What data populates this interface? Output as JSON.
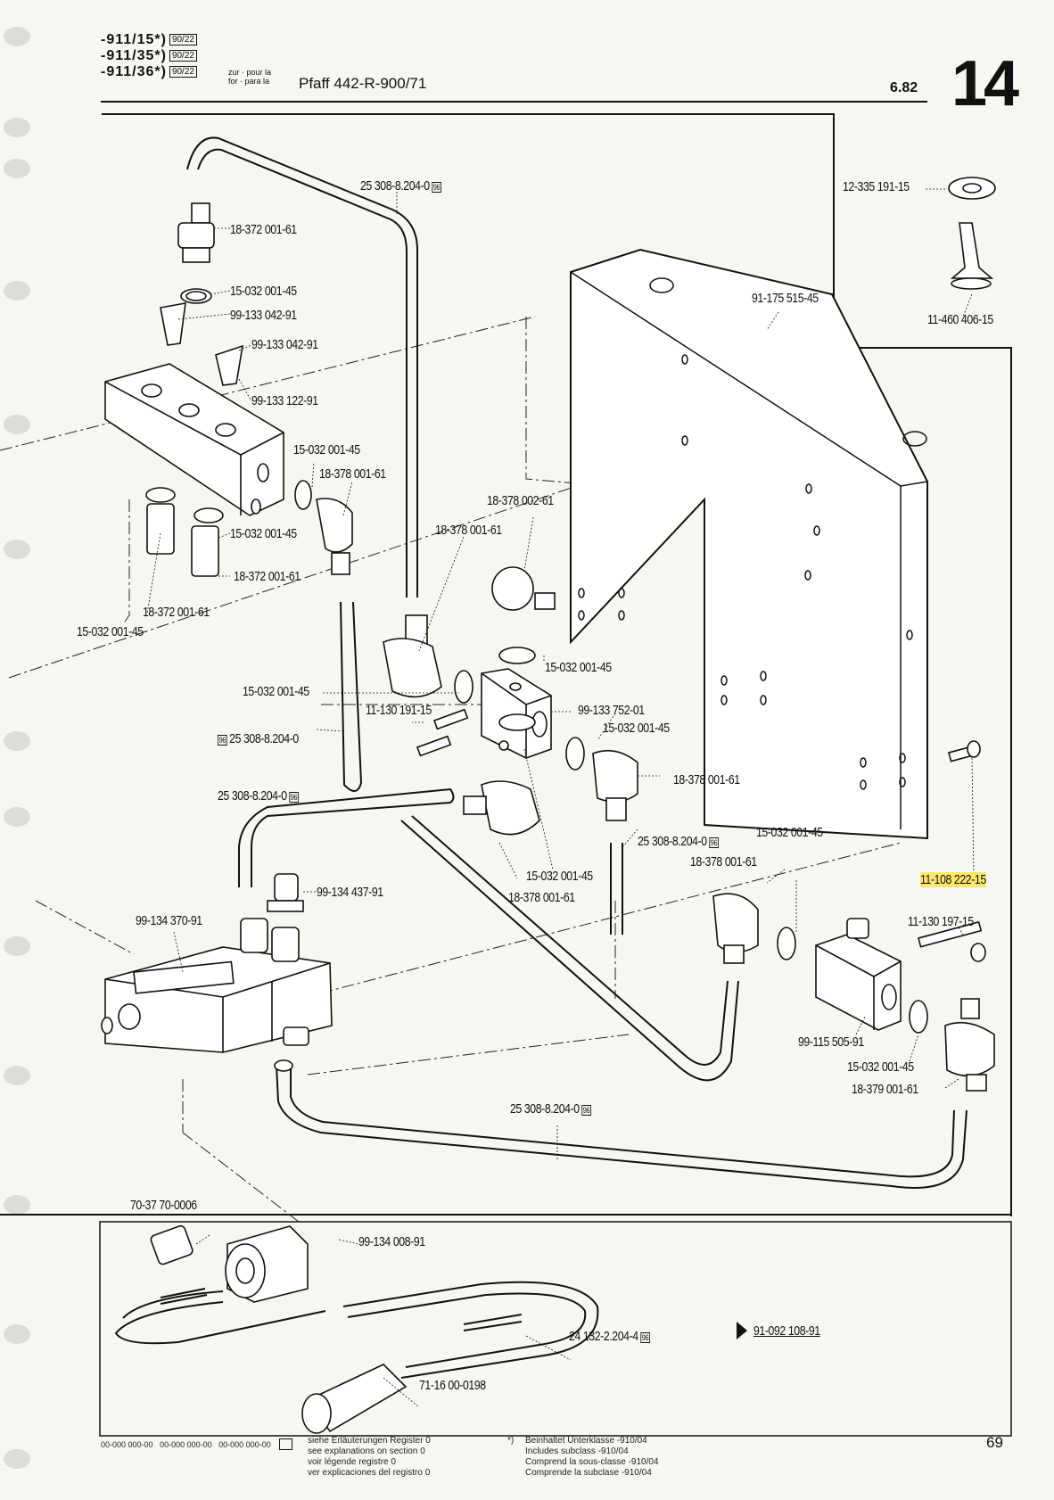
{
  "header": {
    "models": [
      {
        "code": "-911/15*)",
        "box": "90/22"
      },
      {
        "code": "-911/35*)",
        "box": "90/22"
      },
      {
        "code": "-911/36*)",
        "box": "90/22"
      }
    ],
    "for_de": "zur · pour la",
    "for_en": "for · para la",
    "machine": "Pfaff 442-R-900/71",
    "date": "6.82",
    "section": "14"
  },
  "parts": {
    "p01": "25 308-8.204-0",
    "p02": "18-372 001-61",
    "p03": "15-032 001-45",
    "p04": "99-133 042-91",
    "p05": "99-133 042-91",
    "p06": "99-133 122-91",
    "p07": "15-032 001-45",
    "p08": "18-378 001-61",
    "p09": "15-032 001-45",
    "p10": "18-372 001-61",
    "p11": "18-372 001-61",
    "p12": "15-032 001-45",
    "p13": "18-378 002-61",
    "p14": "18-378 001-61",
    "p15": "15-032 001-45",
    "p16": "15-032 001-45",
    "p17": "11-130 191-15",
    "p18": "99-133 752-01",
    "p19": "15-032 001-45",
    "p20": "25 308-8.204-0",
    "p21": "18-378 001-61",
    "p22": "25 308-8.204-0",
    "p23": "25 308-8.204-0",
    "p24": "15-032 001-45",
    "p25": "18-378 001-61",
    "p26": "15-032 001-45",
    "p27": "18-378 001-61",
    "p28": "99-134 437-91",
    "p29": "99-134 370-91",
    "p30": "11-108 222-15",
    "p31": "11-130 197-15",
    "p32": "99-115 505-91",
    "p33": "15-032 001-45",
    "p34": "18-379 001-61",
    "p35": "25 308-8.204-0",
    "p36": "12-335 191-15",
    "p37": "91-175 515-45",
    "p38": "11-460 406-15",
    "p39": "70-37 70-0006",
    "p40": "99-134 008-91",
    "p41": "24 132-2.204-4",
    "p42": "71-16 00-0198",
    "p43": "91-092 108-91",
    "box96": "96"
  },
  "footer": {
    "placeholders": [
      "00-000 000-00",
      "00-000 000-00",
      "00-000 000-00"
    ],
    "register_lines": [
      "siehe Erläuterungen Register 0",
      "see explanations on section 0",
      "voir légende registre 0",
      "ver explicaciones del registro 0"
    ],
    "note_mark": "*)",
    "note_lines": [
      "Beinhaltet Unterklasse -910/04",
      "Includes subclass -910/04",
      "Comprend la sous-classe -910/04",
      "Comprende la subclase -910/04"
    ],
    "page_number": "69"
  }
}
